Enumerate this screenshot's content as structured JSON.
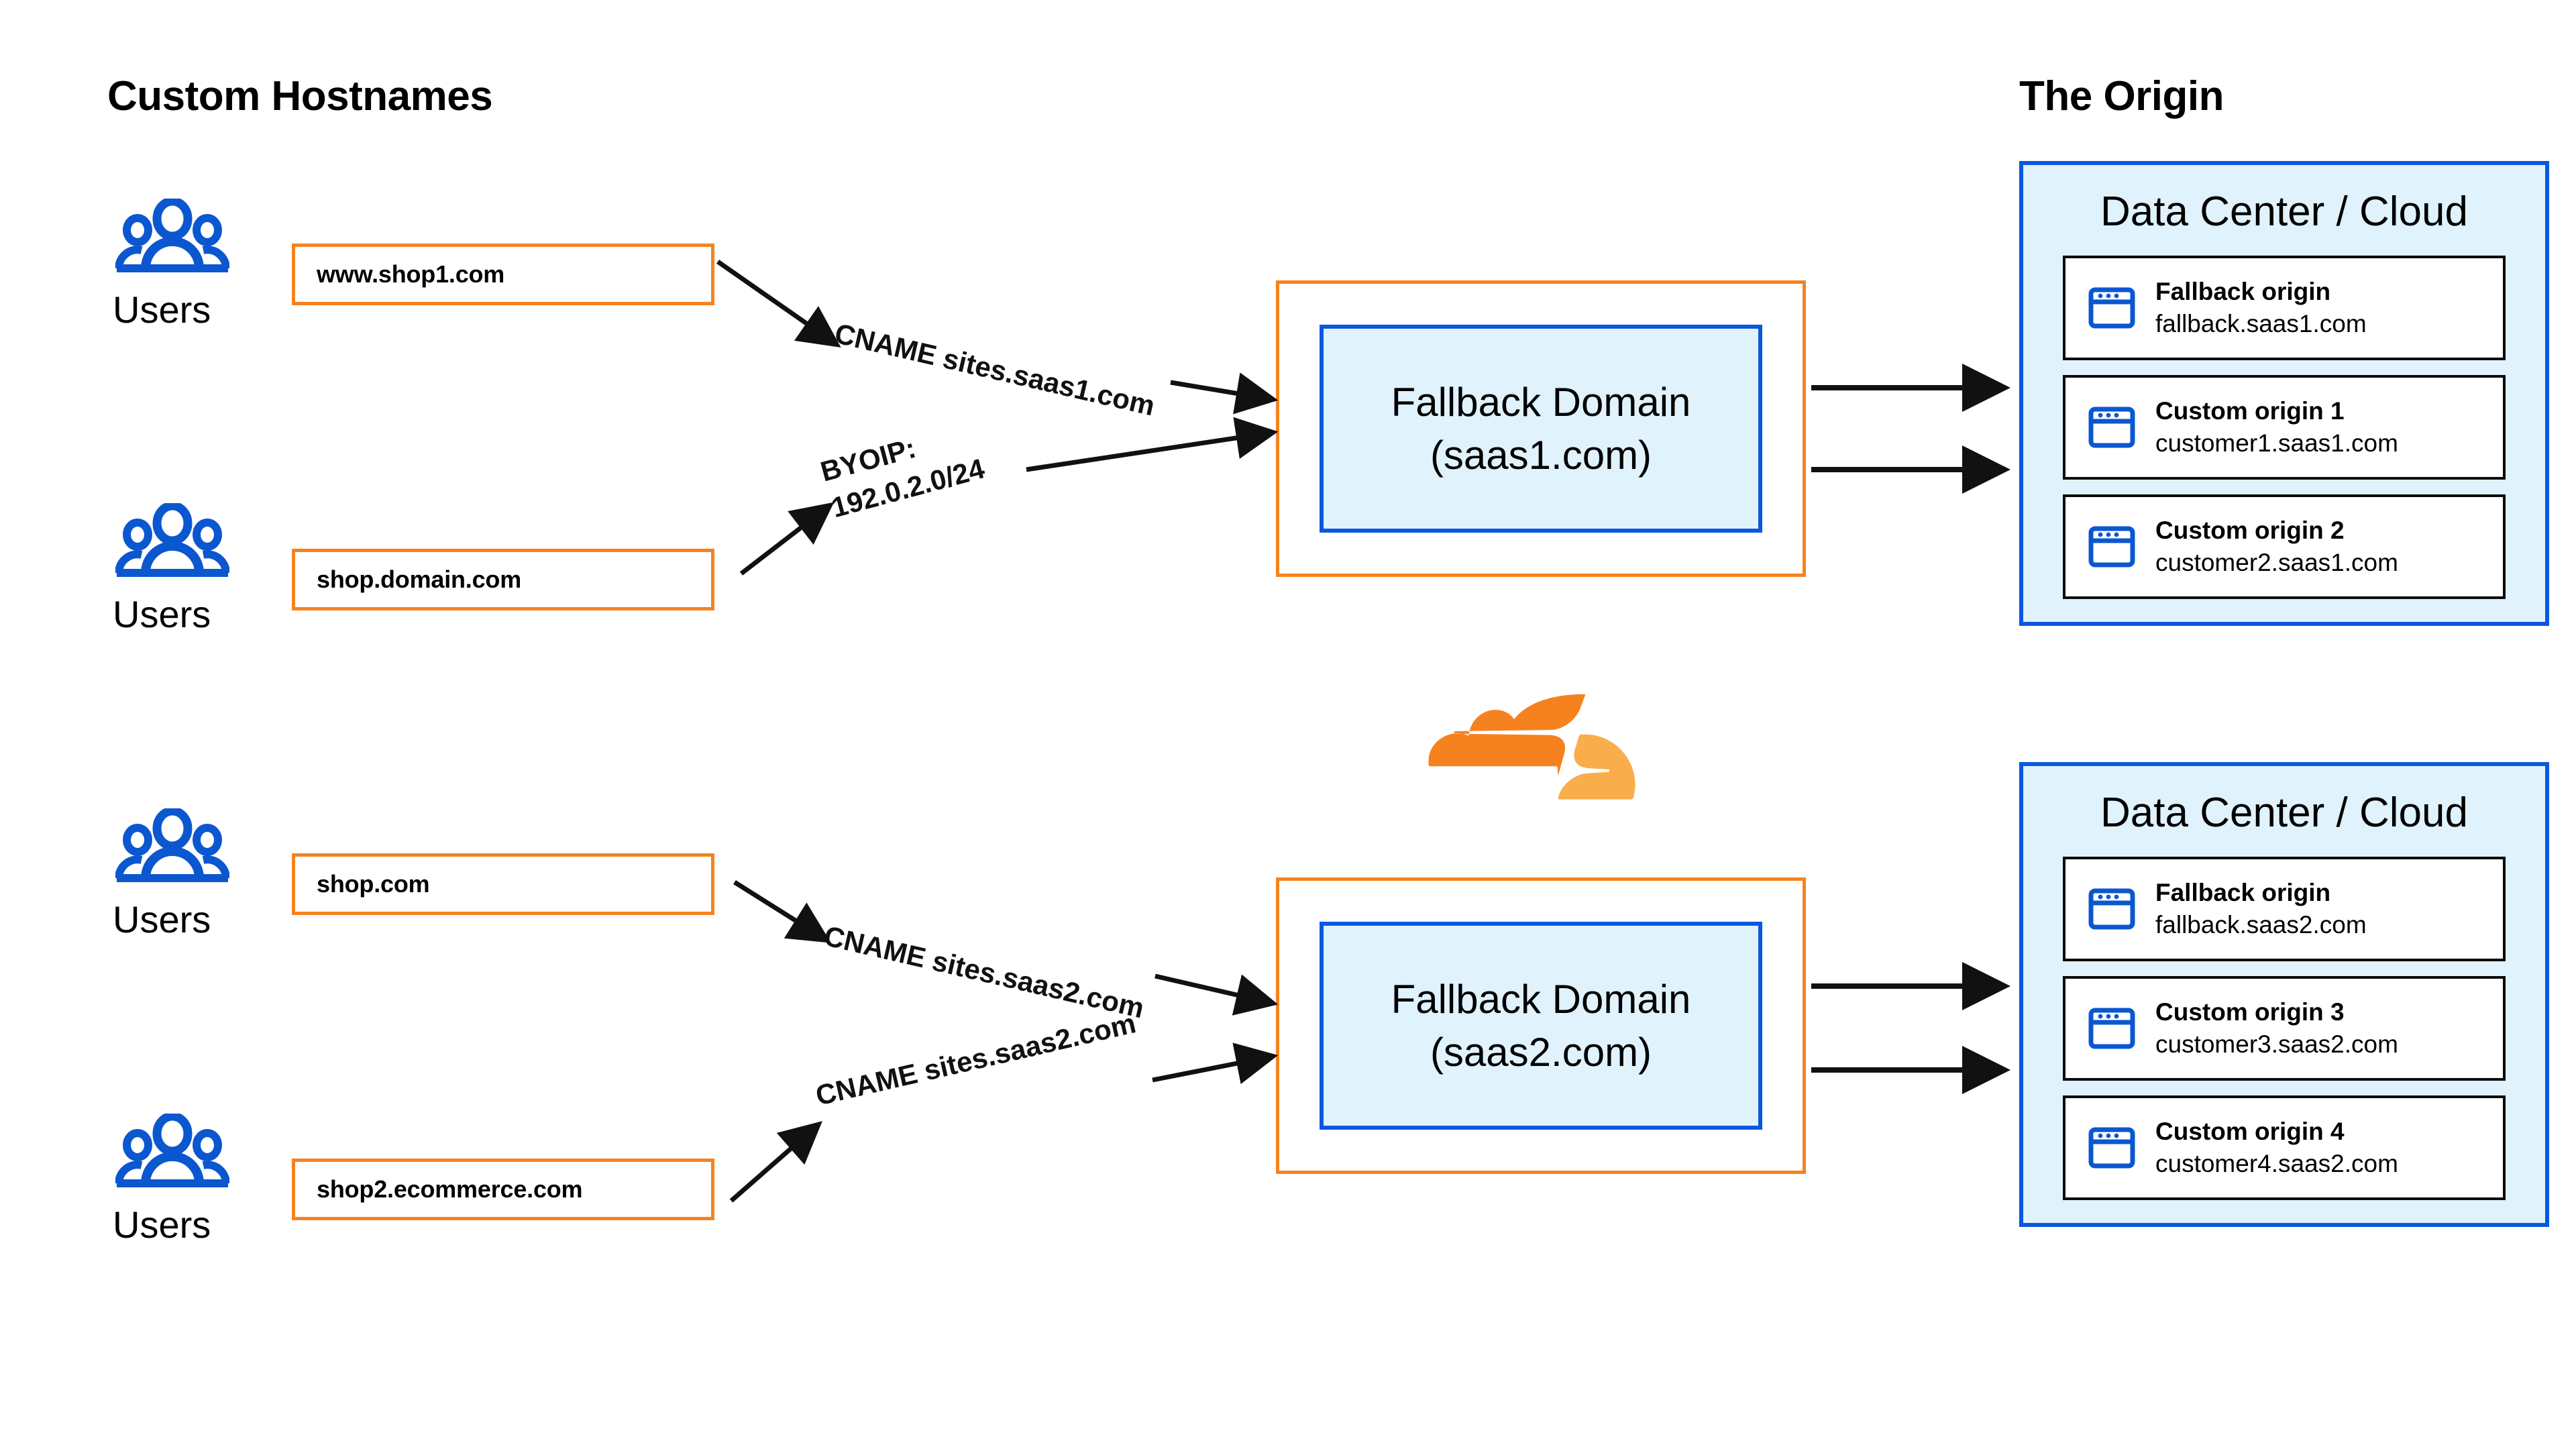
{
  "headings": {
    "left": "Custom Hostnames",
    "right": "The Origin"
  },
  "colors": {
    "orange": "#F6821F",
    "orange_light": "#F9AD4B",
    "blue": "#0A57E0",
    "blue_fill": "#E0F2FB",
    "icon_blue": "#0B57D0",
    "black": "#000000"
  },
  "users": [
    {
      "id": "users-1",
      "label": "Users",
      "icon": "users-icon"
    },
    {
      "id": "users-2",
      "label": "Users",
      "icon": "users-icon"
    },
    {
      "id": "users-3",
      "label": "Users",
      "icon": "users-icon"
    },
    {
      "id": "users-4",
      "label": "Users",
      "icon": "users-icon"
    }
  ],
  "hostnames": [
    {
      "id": "hostname-1",
      "value": "www.shop1.com"
    },
    {
      "id": "hostname-2",
      "value": "shop.domain.com"
    },
    {
      "id": "hostname-3",
      "value": "shop.com"
    },
    {
      "id": "hostname-4",
      "value": "shop2.ecommerce.com"
    }
  ],
  "connector_labels": [
    {
      "id": "edge-label-1",
      "lines": [
        "CNAME sites.saas1.com"
      ]
    },
    {
      "id": "edge-label-2",
      "lines": [
        "BYOIP:",
        "192.0.2.0/24"
      ]
    },
    {
      "id": "edge-label-3",
      "lines": [
        "CNAME sites.saas2.com"
      ]
    },
    {
      "id": "edge-label-4",
      "lines": [
        "CNAME sites.saas2.com"
      ]
    }
  ],
  "fallback_domains": [
    {
      "id": "fallback-domain-1",
      "line1": "Fallback Domain",
      "line2": "(saas1.com)"
    },
    {
      "id": "fallback-domain-2",
      "line1": "Fallback Domain",
      "line2": "(saas2.com)"
    }
  ],
  "data_centers": [
    {
      "id": "data-center-1",
      "title": "Data Center / Cloud",
      "origins": [
        {
          "name": "Fallback origin",
          "host": "fallback.saas1.com",
          "icon": "browser-window-icon"
        },
        {
          "name": "Custom origin 1",
          "host": "customer1.saas1.com",
          "icon": "browser-window-icon"
        },
        {
          "name": "Custom origin 2",
          "host": "customer2.saas1.com",
          "icon": "browser-window-icon"
        }
      ]
    },
    {
      "id": "data-center-2",
      "title": "Data Center / Cloud",
      "origins": [
        {
          "name": "Fallback origin",
          "host": "fallback.saas2.com",
          "icon": "browser-window-icon"
        },
        {
          "name": "Custom origin 3",
          "host": "customer3.saas2.com",
          "icon": "browser-window-icon"
        },
        {
          "name": "Custom origin 4",
          "host": "customer4.saas2.com",
          "icon": "browser-window-icon"
        }
      ]
    }
  ],
  "logo": {
    "id": "cloudflare-logo",
    "name": "cloudflare-cloud-logo"
  }
}
